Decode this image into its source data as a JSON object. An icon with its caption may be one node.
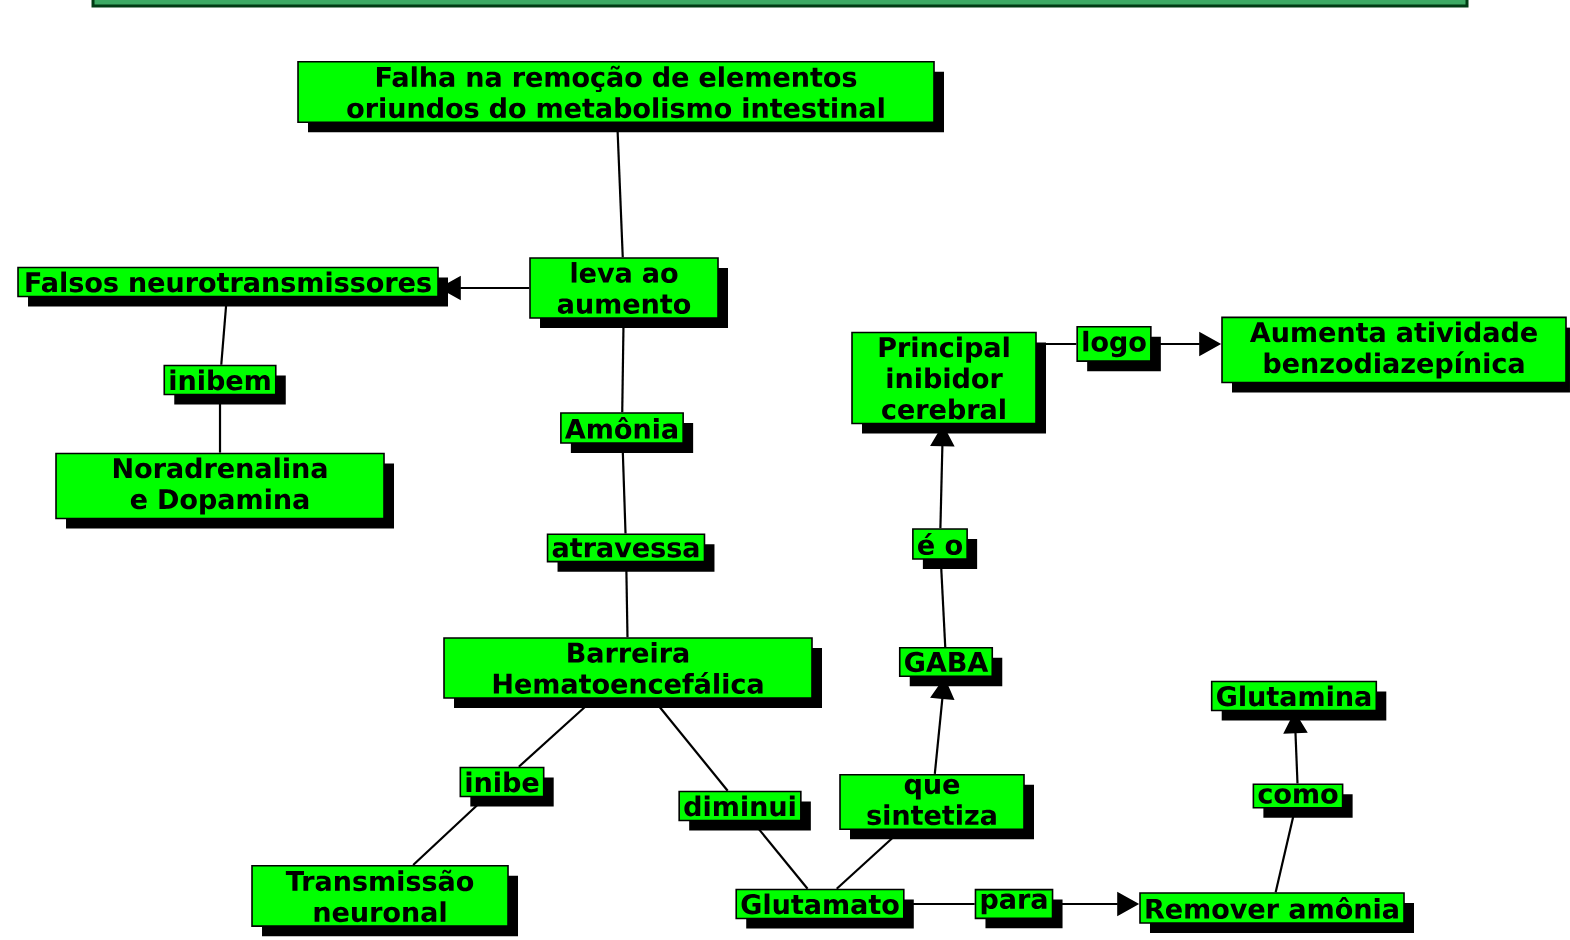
{
  "diagram": {
    "nodes": [
      {
        "text": [],
        "shape": "bar"
      },
      {
        "text": [
          "Falha na remoção de elementos oriundos do metabolismo intestinal"
        ]
      },
      {
        "text": [
          "leva ao aumento"
        ]
      },
      {
        "text": [
          "Falsos neurotransmissores"
        ]
      },
      {
        "text": [
          "inibem"
        ]
      },
      {
        "text": [
          "Noradrenalina e Dopamina"
        ]
      },
      {
        "text": [
          "Amônia"
        ]
      },
      {
        "text": [
          "atravessa"
        ]
      },
      {
        "text": [
          "Barreira Hematoencefálica"
        ]
      },
      {
        "text": [
          "inibe"
        ]
      },
      {
        "text": [
          "Transmissão neuronal"
        ]
      },
      {
        "text": [
          "diminui"
        ]
      },
      {
        "text": [
          "Glutamato"
        ]
      },
      {
        "text": [
          "que sintetiza"
        ]
      },
      {
        "text": [
          "GABA"
        ]
      },
      {
        "text": [
          "é o"
        ]
      },
      {
        "text": [
          "Principal inibidor cerebral"
        ]
      },
      {
        "text": [
          "logo"
        ]
      },
      {
        "text": [
          "Aumenta atividade benzodiazepínica"
        ]
      },
      {
        "text": [
          "para"
        ]
      },
      {
        "text": [
          "Remover amônia"
        ]
      },
      {
        "text": [
          "como"
        ]
      },
      {
        "text": [
          "Glutamina"
        ]
      }
    ],
    "edges": [
      {
        "from": 1,
        "to": 2,
        "arrow": "none"
      },
      {
        "from": 2,
        "to": 3,
        "arrow": "to"
      },
      {
        "from": 3,
        "to": 4,
        "arrow": "none"
      },
      {
        "from": 4,
        "to": 5,
        "arrow": "none"
      },
      {
        "from": 2,
        "to": 6,
        "arrow": "none"
      },
      {
        "from": 6,
        "to": 7,
        "arrow": "none"
      },
      {
        "from": 7,
        "to": 8,
        "arrow": "none"
      },
      {
        "from": 8,
        "to": 9,
        "arrow": "none"
      },
      {
        "from": 9,
        "to": 10,
        "arrow": "none"
      },
      {
        "from": 8,
        "to": 11,
        "arrow": "none"
      },
      {
        "from": 11,
        "to": 12,
        "arrow": "none"
      },
      {
        "from": 12,
        "to": 13,
        "arrow": "none"
      },
      {
        "from": 13,
        "to": 14,
        "arrow": "to"
      },
      {
        "from": 14,
        "to": 15,
        "arrow": "none"
      },
      {
        "from": 15,
        "to": 16,
        "arrow": "to"
      },
      {
        "from": 16,
        "to": 17,
        "arrow": "none"
      },
      {
        "from": 17,
        "to": 18,
        "arrow": "to"
      },
      {
        "from": 12,
        "to": 19,
        "arrow": "none"
      },
      {
        "from": 19,
        "to": 20,
        "arrow": "to"
      },
      {
        "from": 20,
        "to": 21,
        "arrow": "none"
      },
      {
        "from": 21,
        "to": 22,
        "arrow": "to"
      }
    ]
  }
}
